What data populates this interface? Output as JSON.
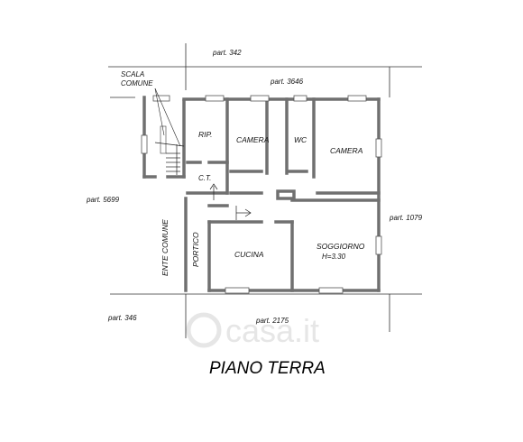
{
  "plan": {
    "title": "PIANO TERRA",
    "parcels": {
      "top": "part. 342",
      "top_inner": "part. 3646",
      "left": "part. 5699",
      "right": "part. 1079",
      "bottom_left": "part. 346",
      "bottom": "part. 2175"
    },
    "rooms": {
      "scala": "SCALA",
      "comune": "COMUNE",
      "rip": "RIP.",
      "camera_1": "CAMERA",
      "wc": "WC",
      "camera_2": "CAMERA",
      "ct": "C.T.",
      "ente_comune": "ENTE COMUNE",
      "portico": "PORTICO",
      "cucina": "CUCINA",
      "soggiorno": "SOGGIORNO",
      "height": "H=3.30"
    },
    "watermark": "casa.it"
  },
  "colors": {
    "wall": "#707070",
    "line": "#333333",
    "watermark": "#e6e6e6"
  }
}
